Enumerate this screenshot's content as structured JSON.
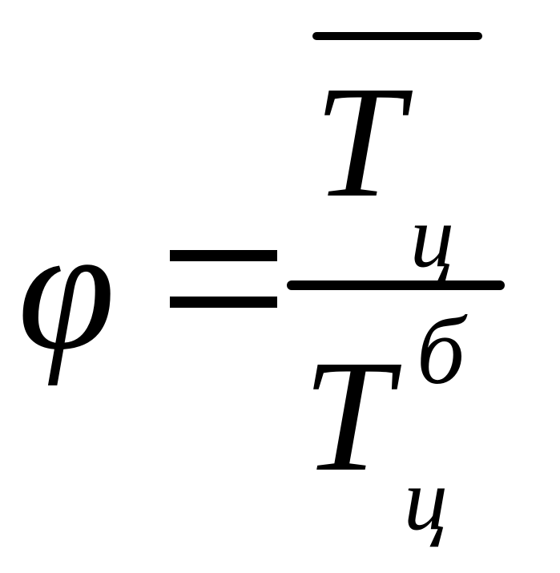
{
  "formula": {
    "lhs": "φ",
    "numerator": {
      "symbol": "T",
      "subscript": "ц",
      "overline": true
    },
    "denominator": {
      "symbol": "T",
      "superscript": "б",
      "subscript": "ц"
    }
  }
}
